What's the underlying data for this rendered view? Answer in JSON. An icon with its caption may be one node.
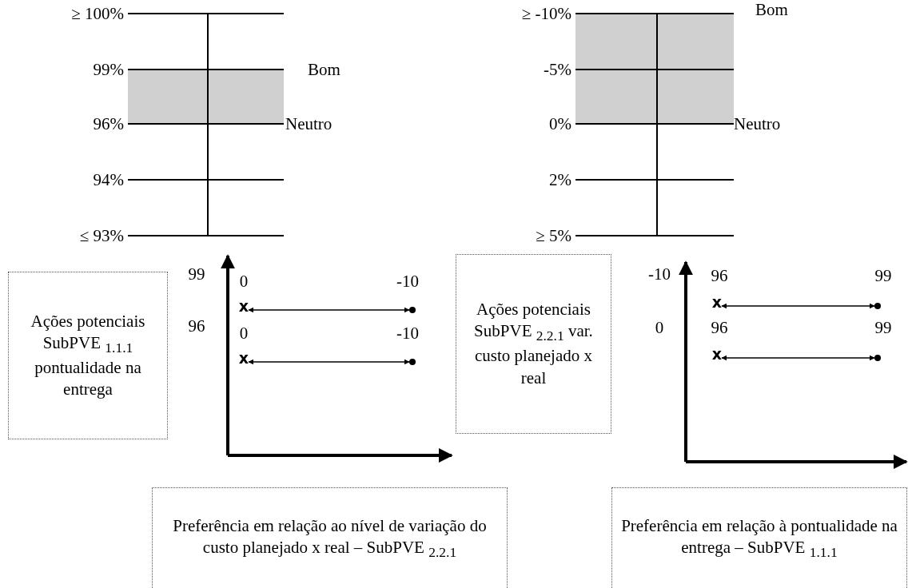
{
  "diagram": {
    "nodes": [
      {
        "text": [
          "Ações potenciais SubPVE $_{1.1.1}$ pontualidade na entrega"
        ]
      },
      {
        "text": [
          "x"
        ]
      },
      {
        "text": [],
        "shape": "circle"
      },
      {
        "text": [
          "x"
        ]
      },
      {
        "text": [],
        "shape": "circle"
      },
      {
        "text": [
          "Ações potenciais SubPVE $_{2.2.1}$ var. custo planejado x real"
        ]
      },
      {
        "text": [
          "x"
        ]
      },
      {
        "text": [],
        "shape": "circle"
      },
      {
        "text": [
          "x"
        ]
      },
      {
        "text": [],
        "shape": "circle"
      },
      {
        "text": [
          "Preferência em relação ao nível de variação do custo planejado x real – SubPVE $_{2.2.1}$"
        ]
      },
      {
        "text": [
          "Preferência em relação à pontualidade na entrega – SubPVE $_{1.1.1}$"
        ]
      }
    ],
    "edges": [
      {
        "from": 1,
        "to": 2,
        "arrow": "both"
      },
      {
        "from": 3,
        "to": 4,
        "arrow": "both"
      },
      {
        "from": 6,
        "to": 7,
        "arrow": "both"
      },
      {
        "from": 8,
        "to": 9,
        "arrow": "both"
      }
    ],
    "labels": [
      "≥ 100%",
      "99%",
      "Bom",
      "96%",
      "Neutro",
      "94%",
      "≤ 93%",
      "≥ -10%",
      "Bom",
      "-5%",
      "0%",
      "Neutro",
      "2%",
      "≥ 5%",
      "99",
      "0",
      "-10",
      "96",
      "0",
      "-10",
      "-10",
      "96",
      "99",
      "0",
      "96",
      "99"
    ]
  }
}
